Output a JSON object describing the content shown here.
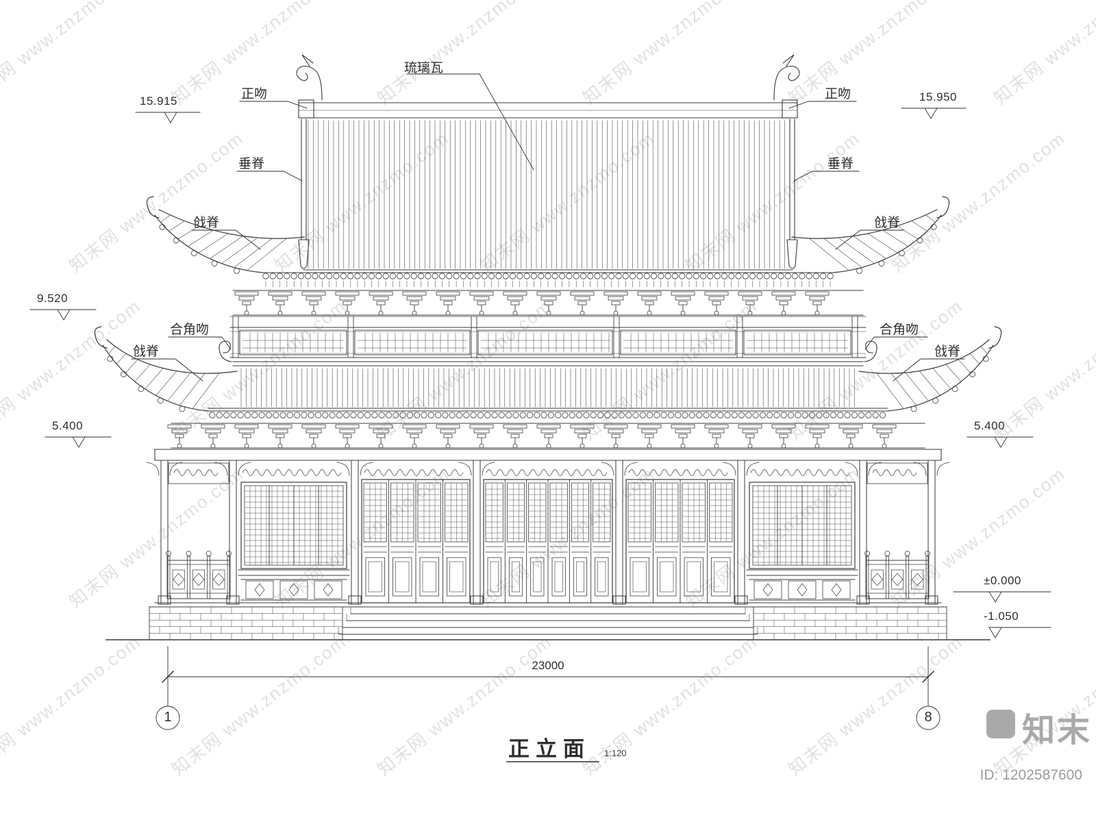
{
  "watermark": {
    "text": "知末网 www.znzmo.com"
  },
  "annotations": {
    "glazed_tile": "琉璃瓦",
    "main_ridge_kiss_left": "正吻",
    "main_ridge_kiss_right": "正吻",
    "hanging_ridge_left": "垂脊",
    "hanging_ridge_right": "垂脊",
    "corner_ridge_upper_left": "戗脊",
    "corner_ridge_upper_right": "戗脊",
    "corner_kiss_left": "合角吻",
    "corner_kiss_right": "合角吻",
    "corner_ridge_lower_left": "戗脊",
    "corner_ridge_lower_right": "戗脊"
  },
  "elevation_marks": {
    "top_left": "15.915",
    "top_right": "15.950",
    "mid_left": "9.520",
    "eave_left": "5.400",
    "eave_right": "5.400",
    "floor_right": "±0.000",
    "ground_right": "-1.050"
  },
  "dimensions": {
    "overall_width": "23000"
  },
  "grid_bubbles": {
    "left": "1",
    "right": "8"
  },
  "title_block": {
    "title": "正立面",
    "scale": "1:120"
  },
  "branding": {
    "logo_text": "知末",
    "id_text": "ID: 1202587600"
  }
}
